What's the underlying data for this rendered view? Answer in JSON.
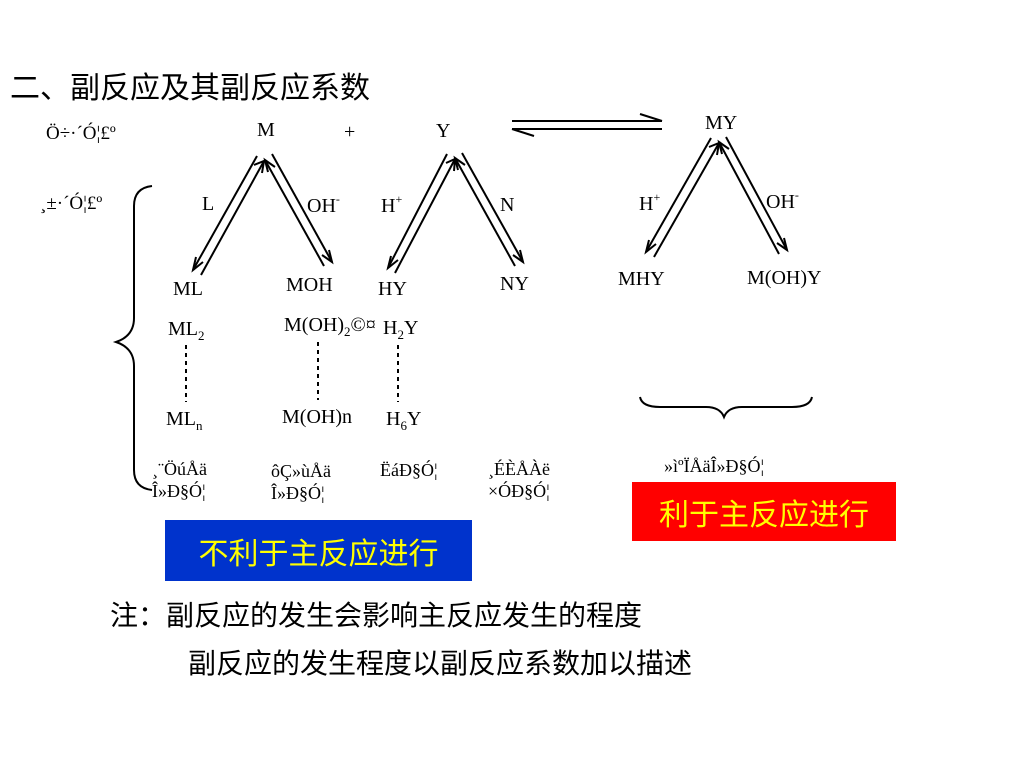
{
  "title": "二、副反应及其副反应系数",
  "garbled": {
    "main_label": "Ö÷·´Ó¦£º",
    "side_label": "¸±·´Ó¦£º",
    "complex_line1": "¸¨ÖúÅä",
    "complex_line2": "Î»Ð§Ó¦",
    "hydrolysis_line1": "ôÇ»ùÅä",
    "hydrolysis_line2": "Î»Ð§Ó¦",
    "acid": "ËáÐ§Ó¦",
    "coexist_line1": "¸ÉÈÅÀë",
    "coexist_line2": "×ÓÐ§Ó¦",
    "mixed": "»ìºÏÅäÎ»Ð§Ó¦"
  },
  "species": {
    "M": "M",
    "plus": "+",
    "Y": "Y",
    "MY": "MY",
    "L": "L",
    "OH": "OH",
    "OH_sup": "-",
    "H": "H",
    "H_sup": "+",
    "N": "N",
    "H2": "H",
    "H2_sup": "+",
    "OH2": "OH",
    "OH2_sup": "-",
    "ML": "ML",
    "MOH": "MOH",
    "HY": "HY",
    "NY": "NY",
    "MHY": "MHY",
    "MOHY": "M(OH)Y",
    "ML2_base": "ML",
    "ML2_sub": "2",
    "MOH2_base": "M(OH)",
    "MOH2_sub": "2",
    "MOH2_garble": "©¤",
    "H2Y_base": "H",
    "H2Y_sub": "2",
    "H2Y_tail": "Y",
    "MLn_base": "ML",
    "MLn_sub": "n",
    "MOHn": "M(OH)n",
    "H6Y_base": "H",
    "H6Y_sub": "6",
    "H6Y_tail": "Y"
  },
  "boxes": {
    "unfavorable": "不利于主反应进行",
    "favorable": "利于主反应进行"
  },
  "notes": {
    "line1": "注：副反应的发生会影响主反应发生的程度",
    "line2": "副反应的发生程度以副反应系数加以描述"
  },
  "colors": {
    "blue_box": "#0033cc",
    "red_box": "#ff0000",
    "box_text": "#ffff00"
  }
}
